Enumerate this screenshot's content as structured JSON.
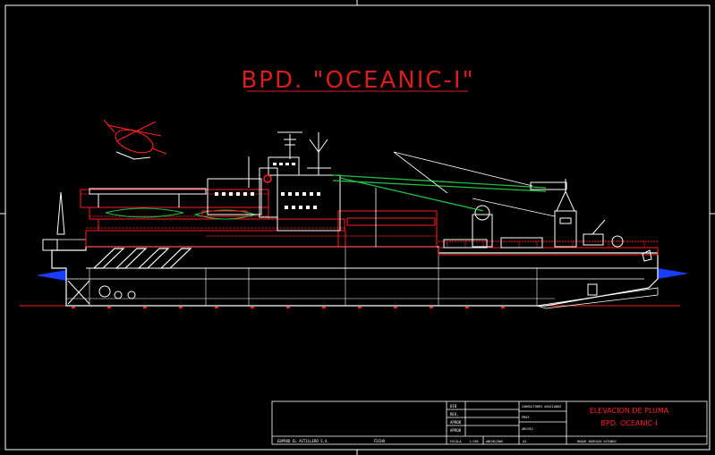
{
  "drawing": {
    "title": "BPD. \"OCEANIC-I\"",
    "colors": {
      "background": "#000000",
      "title": "#d81e1e",
      "hull": "#ffffff",
      "structure": "#ff2020",
      "boom": "#20c040",
      "water": "#1a3cff",
      "frame": "#ffffff"
    }
  },
  "title_block": {
    "sheet_title_line1": "ELEVACION DE PLUMA",
    "sheet_title_line2": "BPD. OCEANIC-I",
    "company": "EBPROD EL ASTILLERO S.A.",
    "fecha_label": "FECHA",
    "rev_rows": [
      "DIB",
      "REV.",
      "APROB",
      "APROB"
    ],
    "field_1": "CONSULTORES ASOCIADOS",
    "field_2": "PROY.",
    "field_3": "ARCHIV",
    "bottom_1": "ESCALA",
    "bottom_2": "1:250",
    "bottom_3": "ANCHO/DWG",
    "bottom_4": "A3",
    "bottom_5": "BUQUE BARCAZA OCEANIC"
  }
}
